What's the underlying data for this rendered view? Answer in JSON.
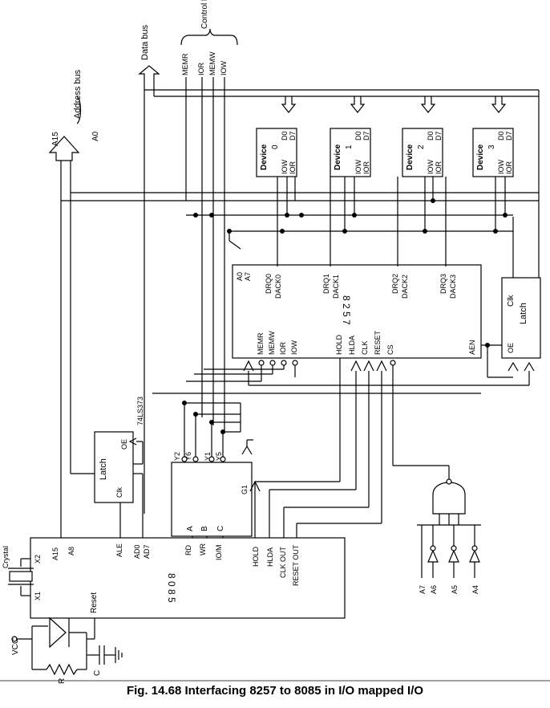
{
  "caption": "Fig. 14.68 Interfacing 8257 to 8085 in I/O mapped I/O",
  "buses": {
    "address": "Address bus",
    "address_hi": "A15",
    "address_lo": "A0",
    "data": "Data bus",
    "control": "Control bus",
    "control_lines": [
      "MEMR",
      "IOR",
      "MEMW",
      "IOW"
    ]
  },
  "devices": [
    {
      "name": "Device",
      "num": "0",
      "d_hi": "D0",
      "d_lo": "D7",
      "iow": "IOW",
      "ior": "IOR"
    },
    {
      "name": "Device",
      "num": "1",
      "d_hi": "D0",
      "d_lo": "D7",
      "iow": "IOW",
      "ior": "IOR"
    },
    {
      "name": "Device",
      "num": "2",
      "d_hi": "D0",
      "d_lo": "D7",
      "iow": "IOW",
      "ior": "IOR"
    },
    {
      "name": "Device",
      "num": "3",
      "d_hi": "D0",
      "d_lo": "D7",
      "iow": "IOW",
      "ior": "IOR"
    }
  ],
  "dma": {
    "name": "8 2 5 7",
    "a0": "A0",
    "a7": "A7",
    "drq": [
      "DRQ0",
      "DRQ1",
      "DRQ2",
      "DRQ3"
    ],
    "dack": [
      "DACK0",
      "DACK1",
      "DACK2",
      "DACK3"
    ],
    "pins_left": [
      "MEMR",
      "MEMW",
      "IOR",
      "IOW"
    ],
    "pins_mid": [
      "HOLD",
      "HLDA",
      "CLK",
      "RESET",
      "CS"
    ],
    "aen": "AEN"
  },
  "latch_right": {
    "clk": "Clk",
    "name": "Latch",
    "oe": "OE"
  },
  "latch_left": {
    "name": "Latch",
    "clk": "Clk",
    "oe": "OE",
    "part": "74LS373"
  },
  "decoder": {
    "outputs": [
      "Y2",
      "Y6",
      "Y1",
      "Y5"
    ],
    "inputs": [
      "A",
      "B",
      "C"
    ],
    "enable": "G1"
  },
  "cpu": {
    "name": "8 0 8 5",
    "pins": {
      "x2": "X2",
      "x1": "X1",
      "a15": "A15",
      "a8": "A8",
      "ale": "ALE",
      "ad0": "AD0",
      "ad7": "AD7",
      "rd": "RD",
      "wr": "WR",
      "iom": "IO/M",
      "hold": "HOLD",
      "hlda": "HLDA",
      "clkout": "CLK OUT",
      "resetout": "RESET OUT",
      "reset": "Reset"
    }
  },
  "crystal": "Crystal",
  "reset_circuit": {
    "vcc": "VCC",
    "r": "R",
    "c": "C"
  },
  "gate_inputs": [
    "A7",
    "A6",
    "A5",
    "A4"
  ]
}
